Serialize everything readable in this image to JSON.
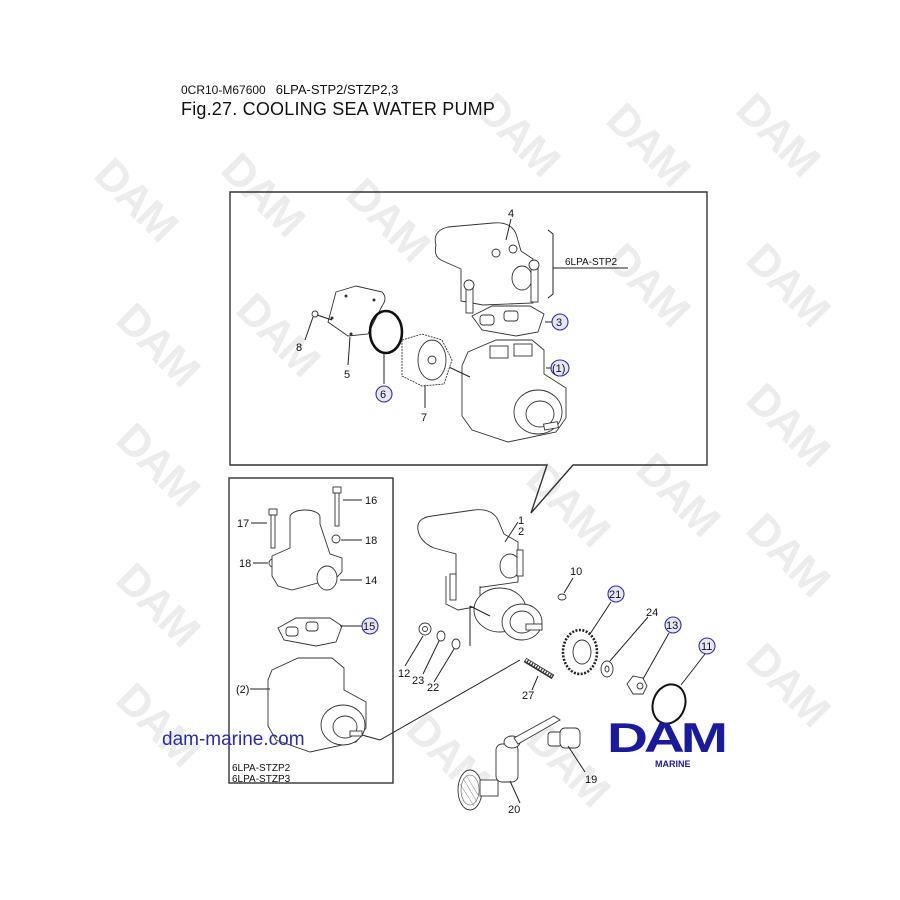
{
  "header": {
    "code": "0CR10-M67600",
    "models": "6LPA-STP2/STZP2,3",
    "title": "Fig.27.  COOLING SEA WATER PUMP"
  },
  "watermark": "DAM",
  "top_box": {
    "model_label": "6LPA-STP2",
    "parts": [
      {
        "ref": "4",
        "circled": false
      },
      {
        "ref": "3",
        "circled": true
      },
      {
        "ref": "(1)",
        "circled": true
      },
      {
        "ref": "8",
        "circled": false
      },
      {
        "ref": "5",
        "circled": false
      },
      {
        "ref": "6",
        "circled": true
      },
      {
        "ref": "7",
        "circled": false
      }
    ]
  },
  "left_box": {
    "model_labels": [
      "6LPA-STZP2",
      "6LPA-STZP3"
    ],
    "parts": [
      {
        "ref": "16",
        "circled": false
      },
      {
        "ref": "17",
        "circled": false
      },
      {
        "ref": "18",
        "circled": false
      },
      {
        "ref": "18b",
        "label": "18",
        "circled": false
      },
      {
        "ref": "14",
        "circled": false
      },
      {
        "ref": "15",
        "circled": true
      },
      {
        "ref": "(2)",
        "circled": false
      }
    ]
  },
  "main_parts": [
    {
      "ref": "1",
      "circled": false
    },
    {
      "ref": "2",
      "circled": false
    },
    {
      "ref": "10",
      "circled": false
    },
    {
      "ref": "21",
      "circled": true
    },
    {
      "ref": "24",
      "circled": false
    },
    {
      "ref": "13",
      "circled": true
    },
    {
      "ref": "11",
      "circled": true
    },
    {
      "ref": "12",
      "circled": false
    },
    {
      "ref": "23",
      "circled": false
    },
    {
      "ref": "22",
      "circled": false
    },
    {
      "ref": "27",
      "circled": false
    },
    {
      "ref": "19",
      "circled": false
    },
    {
      "ref": "20",
      "circled": false
    }
  ],
  "labels": {
    "p4": "4",
    "p3": "3",
    "p1": "(1)",
    "p8": "8",
    "p5": "5",
    "p6": "6",
    "p7": "7",
    "stp2": "6LPA-STP2",
    "p16": "16",
    "p17": "17",
    "p18a": "18",
    "p18b": "18",
    "p14": "14",
    "p15": "15",
    "p2b": "(2)",
    "stzp2": "6LPA-STZP2",
    "stzp3": "6LPA-STZP3",
    "m1": "1",
    "m2": "2",
    "m10": "10",
    "m21": "21",
    "m24": "24",
    "m13": "13",
    "m11": "11",
    "m12": "12",
    "m23": "23",
    "m22": "22",
    "m27": "27",
    "m19": "19",
    "m20": "20"
  },
  "footer": {
    "website": "dam-marine.com",
    "logo_text": "DAM",
    "logo_sub": "MARINE"
  },
  "colors": {
    "callout_circle": "#2a2ab0",
    "callout_fill": "#e6e6f7",
    "logo_blue": "#1a1a9e",
    "watermark": "#ececec"
  }
}
